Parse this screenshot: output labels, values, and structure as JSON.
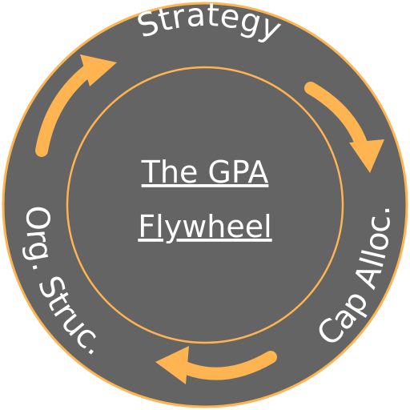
{
  "diagram": {
    "center_title_line1": "The GPA",
    "center_title_line2": "Flywheel",
    "stages": {
      "top": "Strategy",
      "right": "Cap Alloc.",
      "left": "Org. Struc."
    }
  },
  "colors": {
    "ring_fill": "#646464",
    "accent": "#FDB451",
    "text": "#FFFFFF"
  }
}
